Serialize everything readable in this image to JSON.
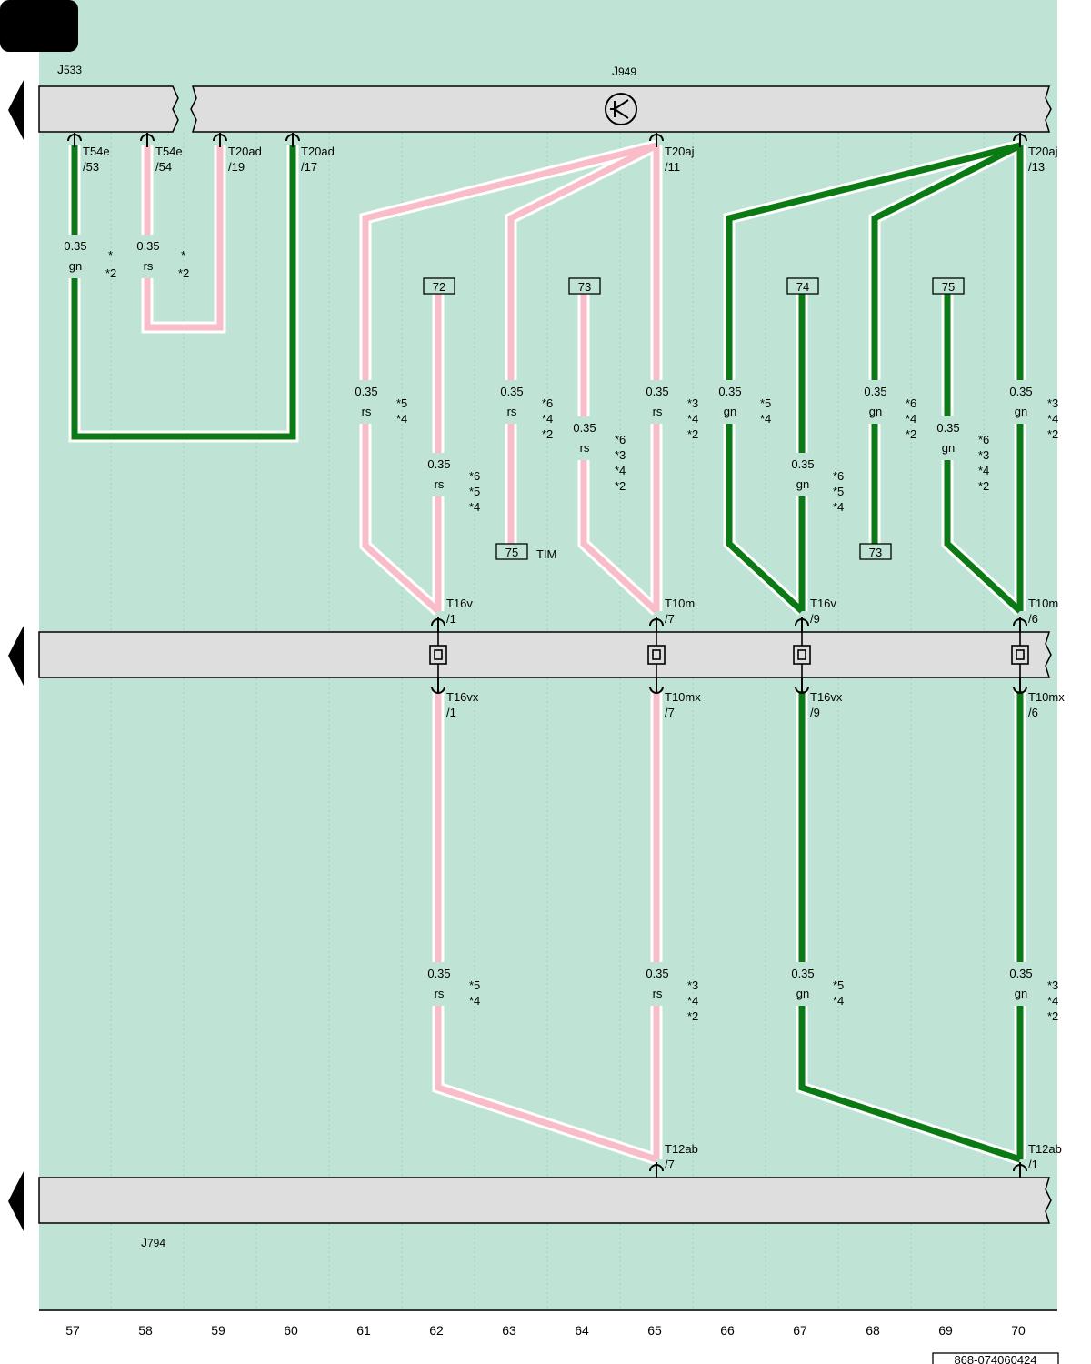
{
  "page_tab": "",
  "components": [
    {
      "id": "J533",
      "label": "J",
      "sub": "533"
    },
    {
      "id": "J949",
      "label": "J",
      "sub": "949"
    },
    {
      "id": "J794",
      "label": "J",
      "sub": "794"
    }
  ],
  "pins": [
    {
      "name": "T54e",
      "pin": "/53"
    },
    {
      "name": "T54e",
      "pin": "/54"
    },
    {
      "name": "T20ad",
      "pin": "/19"
    },
    {
      "name": "T20ad",
      "pin": "/17"
    },
    {
      "name": "T20aj",
      "pin": "/11"
    },
    {
      "name": "T20aj",
      "pin": "/13"
    },
    {
      "name": "T16v",
      "pin": "/1"
    },
    {
      "name": "T10m",
      "pin": "/7"
    },
    {
      "name": "T16v",
      "pin": "/9"
    },
    {
      "name": "T10m",
      "pin": "/6"
    },
    {
      "name": "T16vx",
      "pin": "/1"
    },
    {
      "name": "T10mx",
      "pin": "/7"
    },
    {
      "name": "T16vx",
      "pin": "/9"
    },
    {
      "name": "T10mx",
      "pin": "/6"
    },
    {
      "name": "T12ab",
      "pin": "/7"
    },
    {
      "name": "T12ab",
      "pin": "/1"
    }
  ],
  "wires": [
    {
      "size": "0.35",
      "color": "gn",
      "notes": [
        "*",
        "*2"
      ]
    },
    {
      "size": "0.35",
      "color": "rs",
      "notes": [
        "*",
        "*2"
      ]
    },
    {
      "size": "0.35",
      "color": "rs",
      "notes": [
        "*5",
        "*4"
      ]
    },
    {
      "size": "0.35",
      "color": "rs",
      "notes": [
        "*6",
        "*5",
        "*4"
      ]
    },
    {
      "size": "0.35",
      "color": "rs",
      "notes": [
        "*6",
        "*4",
        "*2"
      ]
    },
    {
      "size": "0.35",
      "color": "rs",
      "notes": [
        "*6",
        "*3",
        "*4",
        "*2"
      ]
    },
    {
      "size": "0.35",
      "color": "rs",
      "notes": [
        "*3",
        "*4",
        "*2"
      ]
    },
    {
      "size": "0.35",
      "color": "gn",
      "notes": [
        "*5",
        "*4"
      ]
    },
    {
      "size": "0.35",
      "color": "gn",
      "notes": [
        "*6",
        "*5",
        "*4"
      ]
    },
    {
      "size": "0.35",
      "color": "gn",
      "notes": [
        "*6",
        "*4",
        "*2"
      ]
    },
    {
      "size": "0.35",
      "color": "gn",
      "notes": [
        "*6",
        "*3",
        "*4",
        "*2"
      ]
    },
    {
      "size": "0.35",
      "color": "gn",
      "notes": [
        "*3",
        "*4",
        "*2"
      ]
    },
    {
      "size": "0.35",
      "color": "rs",
      "notes": [
        "*5",
        "*4"
      ]
    },
    {
      "size": "0.35",
      "color": "rs",
      "notes": [
        "*3",
        "*4",
        "*2"
      ]
    },
    {
      "size": "0.35",
      "color": "gn",
      "notes": [
        "*5",
        "*4"
      ]
    },
    {
      "size": "0.35",
      "color": "gn",
      "notes": [
        "*3",
        "*4",
        "*2"
      ]
    }
  ],
  "refs": [
    "72",
    "73",
    "74",
    "75",
    "75",
    "73"
  ],
  "tim_label": "TIM",
  "columns": [
    "57",
    "58",
    "59",
    "60",
    "61",
    "62",
    "63",
    "64",
    "65",
    "66",
    "67",
    "68",
    "69",
    "70"
  ],
  "doc_number": "868-074060424",
  "colors": {
    "background": "#bfe4d6",
    "box": "#dedede",
    "rs": "#f9bcc9",
    "gn": "#0b7a14"
  }
}
